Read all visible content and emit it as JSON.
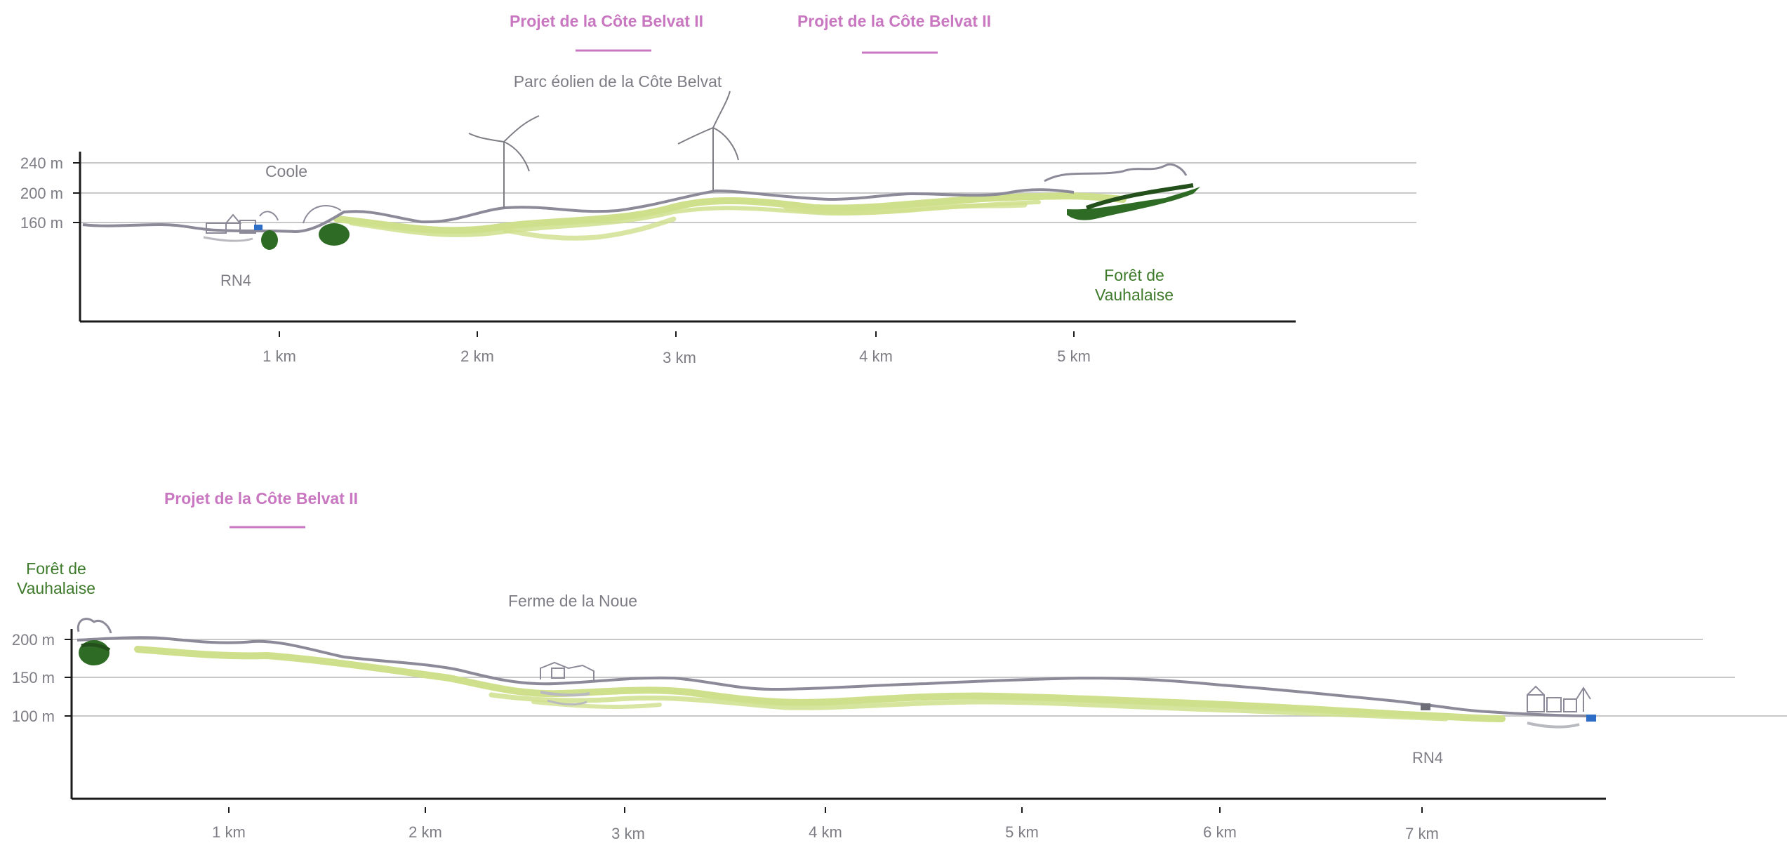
{
  "project_labels": [
    "Projet de la Côte Belvat II",
    "Projet de la Côte Belvat II",
    "Projet de la Côte Belvat II"
  ],
  "colors": {
    "project": "#c877c0",
    "terrain": "#8c8a98",
    "vegetation_light": "#cfe08c",
    "forest": "#2e6b24",
    "axis": "#1a1a1a",
    "gridline": "#c8c8c8",
    "label": "#7d7d85",
    "forest_label": "#3d7a2a",
    "marker_blue": "#2f6ec7"
  },
  "profile1": {
    "y_ticks": [
      "240 m",
      "200 m",
      "160 m"
    ],
    "x_ticks": [
      "1 km",
      "2 km",
      "3 km",
      "4 km",
      "5 km"
    ],
    "places": {
      "coole": "Coole",
      "parc": "Parc éolien de la Côte Belvat",
      "rn4": "RN4",
      "foret_line1": "Forêt de",
      "foret_line2": "Vauhalaise"
    },
    "icons": [
      "wind-turbine-icon",
      "village-icon",
      "tree-icon",
      "forest-icon",
      "road-marker-icon"
    ]
  },
  "profile2": {
    "y_ticks": [
      "200 m",
      "150 m",
      "100 m"
    ],
    "x_ticks": [
      "1 km",
      "2 km",
      "3 km",
      "4 km",
      "5 km",
      "6 km",
      "7 km"
    ],
    "places": {
      "foret_line1": "Forêt de",
      "foret_line2": "Vauhalaise",
      "ferme": "Ferme de la Noue",
      "rn4": "RN4"
    },
    "icons": [
      "farm-icon",
      "village-icon",
      "forest-icon",
      "road-marker-icon"
    ]
  }
}
